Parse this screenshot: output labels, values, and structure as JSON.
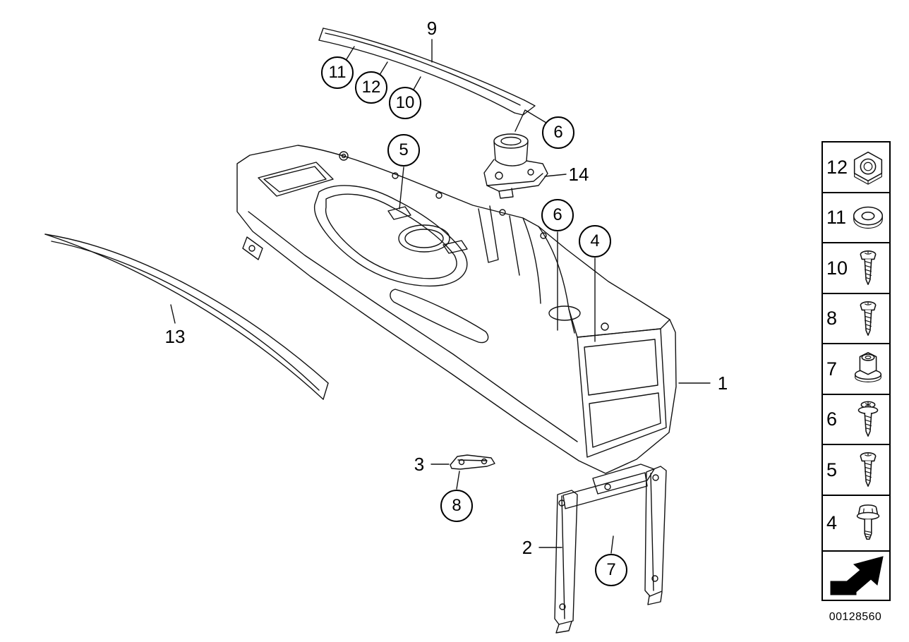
{
  "page": {
    "background_color": "#ffffff",
    "line_color": "#000000"
  },
  "drawing": {
    "callouts": [
      {
        "label": "9",
        "shape": "plain"
      },
      {
        "label": "11",
        "shape": "circle"
      },
      {
        "label": "12",
        "shape": "circle"
      },
      {
        "label": "10",
        "shape": "circle"
      },
      {
        "label": "5",
        "shape": "circle"
      },
      {
        "label": "6",
        "shape": "circle"
      },
      {
        "label": "14",
        "shape": "plain"
      },
      {
        "label": "6",
        "shape": "circle"
      },
      {
        "label": "4",
        "shape": "circle"
      },
      {
        "label": "13",
        "shape": "plain"
      },
      {
        "label": "1",
        "shape": "plain"
      },
      {
        "label": "3",
        "shape": "plain"
      },
      {
        "label": "8",
        "shape": "circle"
      },
      {
        "label": "2",
        "shape": "plain"
      },
      {
        "label": "7",
        "shape": "circle"
      }
    ]
  },
  "legend": {
    "items": [
      {
        "label": "12",
        "icon": "hex-nut-icon"
      },
      {
        "label": "11",
        "icon": "washer-icon"
      },
      {
        "label": "10",
        "icon": "torx-screw-icon"
      },
      {
        "label": "8",
        "icon": "torx-screw-icon"
      },
      {
        "label": "7",
        "icon": "flange-nut-icon"
      },
      {
        "label": "6",
        "icon": "screw-with-washer-icon"
      },
      {
        "label": "5",
        "icon": "torx-screw-icon"
      },
      {
        "label": "4",
        "icon": "hex-bolt-icon"
      }
    ]
  },
  "footer": {
    "part_number": "00128560"
  }
}
